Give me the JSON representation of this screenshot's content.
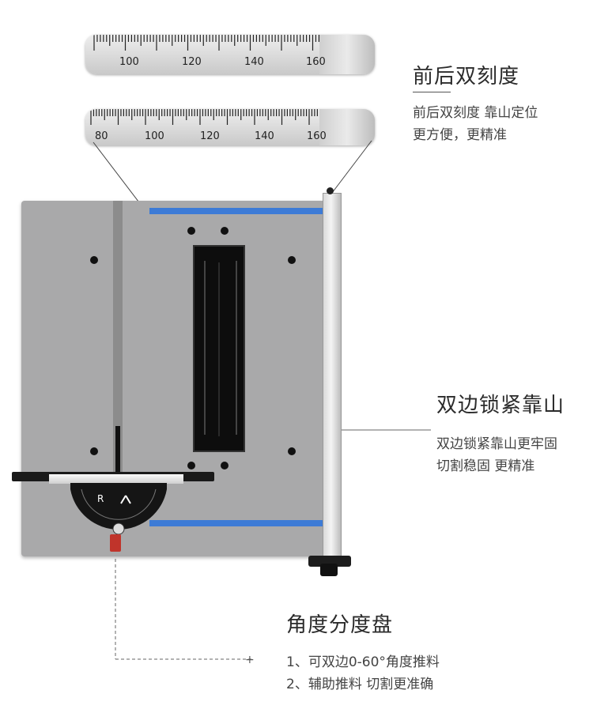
{
  "ruler_top": {
    "labels": [
      "100",
      "120",
      "140",
      "160"
    ]
  },
  "ruler_bottom": {
    "labels": [
      "80",
      "100",
      "120",
      "140",
      "160"
    ]
  },
  "feature1": {
    "title": "前后双刻度",
    "line1": "前后双刻度 靠山定位",
    "line2": "更方便，更精准"
  },
  "feature2": {
    "title": "双边锁紧靠山",
    "line1": "双边锁紧靠山更牢固",
    "line2": "切割稳固 更精准"
  },
  "feature3": {
    "title": "角度分度盘",
    "line1": "1、可双边0-60°角度推料",
    "line2": "2、辅助推料 切割更准确"
  },
  "colors": {
    "scale_blue": "#3d7bd6",
    "table_gray": "#a9a9aa",
    "blade_black": "#111111",
    "accent_red": "#c0342b"
  }
}
